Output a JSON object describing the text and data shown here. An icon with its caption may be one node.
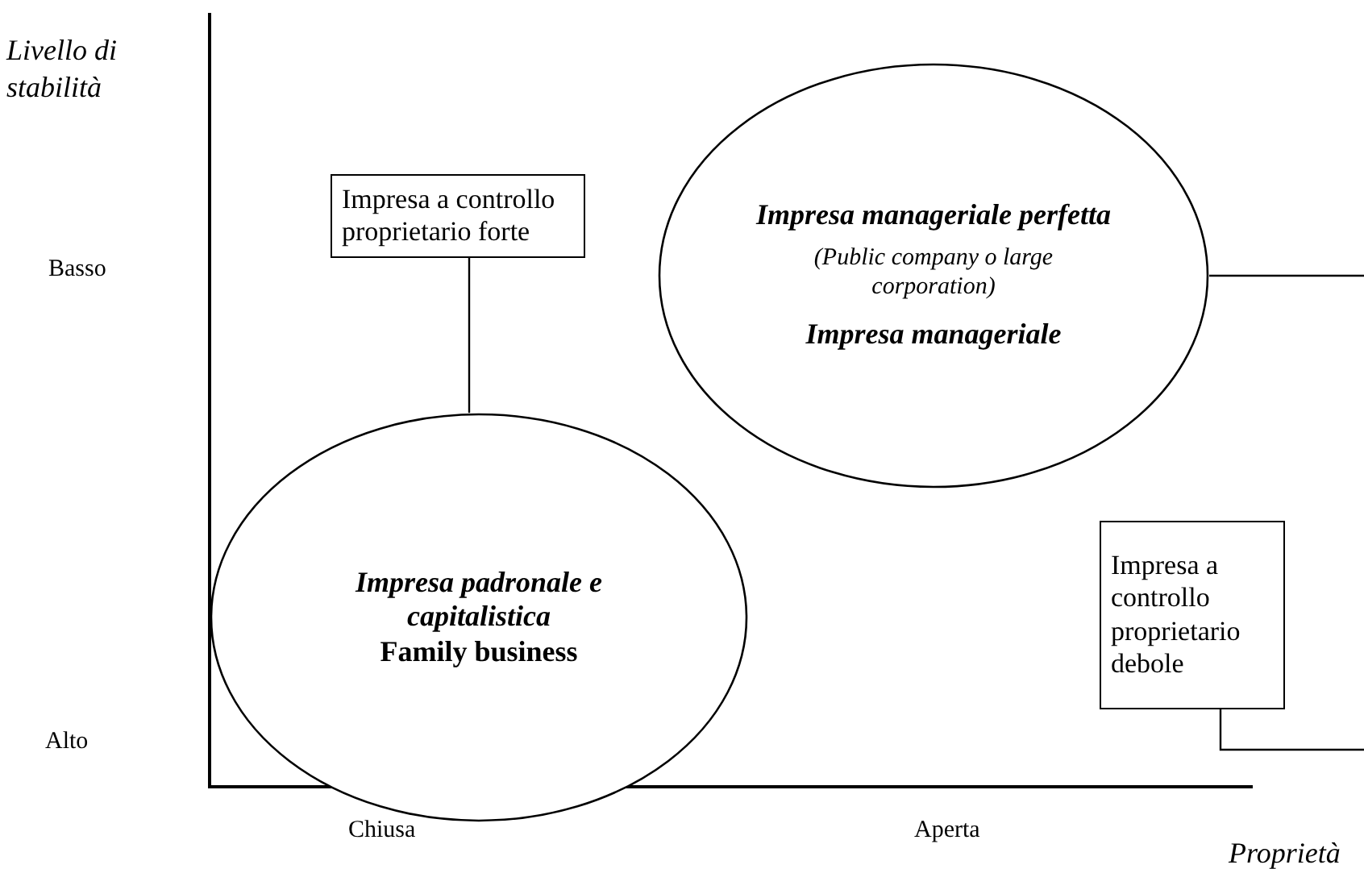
{
  "diagram": {
    "nodes": [
      {
        "text": [
          "Impresa a controllo proprietario forte"
        ]
      },
      {
        "text": [
          "Impresa padronale e capitalistica",
          "Family business"
        ]
      },
      {
        "text": [
          "Impresa manageriale perfetta",
          "(Public company o large corporation)",
          "Impresa manageriale"
        ]
      },
      {
        "text": [
          "Impresa a controllo proprietario debole"
        ]
      }
    ],
    "edges": [
      {
        "from": 0,
        "to": 1,
        "arrow": "none"
      },
      {
        "from": 2,
        "to": null,
        "arrow": "none"
      },
      {
        "from": 3,
        "to": null,
        "arrow": "none"
      }
    ],
    "labels": [
      "Livello di stabilità",
      "Basso",
      "Alto",
      "Chiusa",
      "Aperta",
      "Proprietà"
    ]
  }
}
